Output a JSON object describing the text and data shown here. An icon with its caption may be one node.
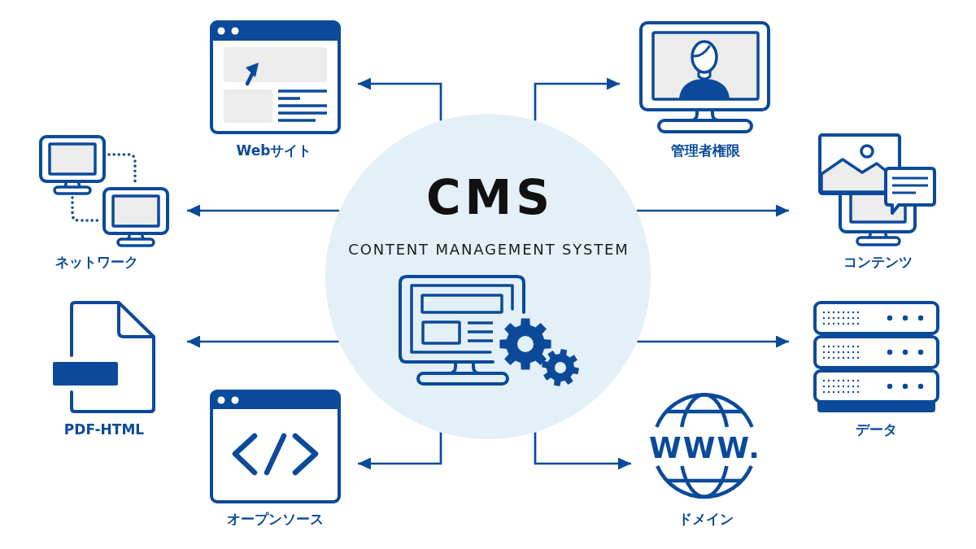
{
  "diagram": {
    "nodes": [
      {
        "text": [
          "CMS",
          "CONTENT MANAGEMENT SYSTEM"
        ]
      },
      {
        "text": [
          "Webサイト"
        ]
      },
      {
        "text": [
          "管理者権限"
        ]
      },
      {
        "text": [
          "ネットワーク"
        ]
      },
      {
        "text": [
          "コンテンツ"
        ]
      },
      {
        "text": [
          "PDF-HTML"
        ]
      },
      {
        "text": [
          "データ"
        ]
      },
      {
        "text": [
          "オープンソース"
        ]
      },
      {
        "text": [
          "WWW.",
          "ドメイン"
        ]
      }
    ],
    "edges": [
      {
        "from": 0,
        "to": 1,
        "arrow": "to"
      },
      {
        "from": 0,
        "to": 2,
        "arrow": "to"
      },
      {
        "from": 0,
        "to": 3,
        "arrow": "to"
      },
      {
        "from": 0,
        "to": 4,
        "arrow": "to"
      },
      {
        "from": 0,
        "to": 5,
        "arrow": "to"
      },
      {
        "from": 0,
        "to": 6,
        "arrow": "to"
      },
      {
        "from": 0,
        "to": 7,
        "arrow": "to"
      },
      {
        "from": 0,
        "to": 8,
        "arrow": "to"
      }
    ]
  }
}
